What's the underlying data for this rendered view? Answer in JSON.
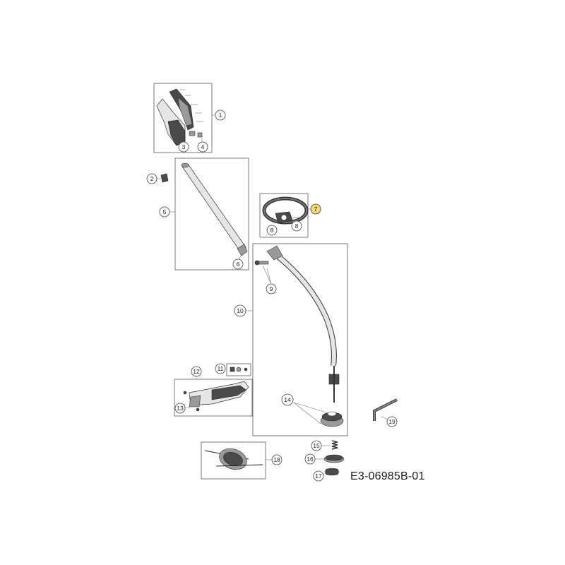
{
  "document_code": "E3-06985B-01",
  "highlight_color": "#f7d774",
  "callouts": [
    {
      "id": "c1",
      "label": "1"
    },
    {
      "id": "c2",
      "label": "2"
    },
    {
      "id": "c3",
      "label": "3"
    },
    {
      "id": "c4",
      "label": "4"
    },
    {
      "id": "c5",
      "label": "5"
    },
    {
      "id": "c6",
      "label": "6"
    },
    {
      "id": "c7",
      "label": "7",
      "highlighted": true
    },
    {
      "id": "c8a",
      "label": "8"
    },
    {
      "id": "c8b",
      "label": "8"
    },
    {
      "id": "c9",
      "label": "9"
    },
    {
      "id": "c10",
      "label": "10"
    },
    {
      "id": "c11",
      "label": "11"
    },
    {
      "id": "c12",
      "label": "12"
    },
    {
      "id": "c13",
      "label": "13"
    },
    {
      "id": "c14",
      "label": "14"
    },
    {
      "id": "c15",
      "label": "15"
    },
    {
      "id": "c16",
      "label": "16"
    },
    {
      "id": "c17",
      "label": "17"
    },
    {
      "id": "c18",
      "label": "18"
    },
    {
      "id": "c19",
      "label": "19"
    }
  ]
}
